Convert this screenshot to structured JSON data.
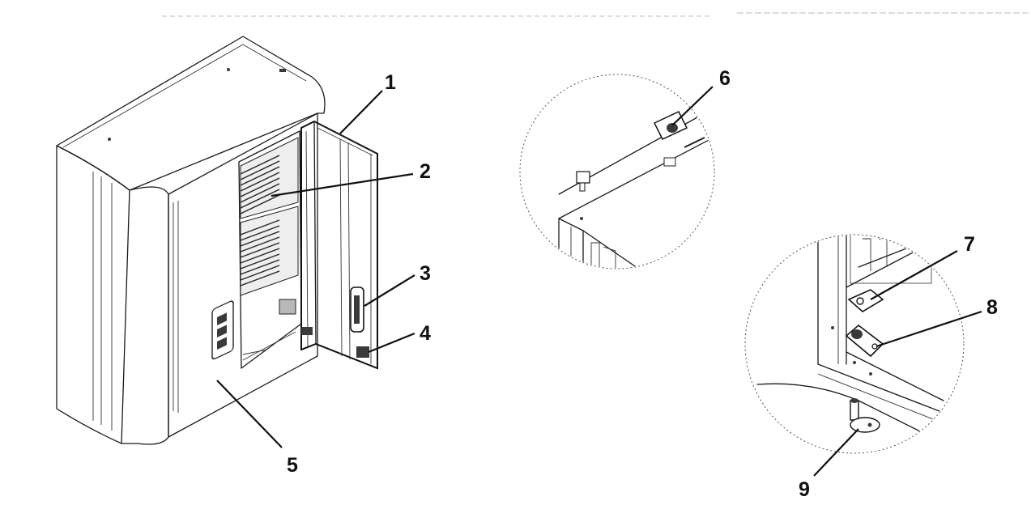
{
  "diagram": {
    "callouts": [
      {
        "id": "1",
        "label": "1"
      },
      {
        "id": "2",
        "label": "2"
      },
      {
        "id": "3",
        "label": "3"
      },
      {
        "id": "4",
        "label": "4"
      },
      {
        "id": "5",
        "label": "5"
      },
      {
        "id": "6",
        "label": "6"
      },
      {
        "id": "7",
        "label": "7"
      },
      {
        "id": "8",
        "label": "8"
      },
      {
        "id": "9",
        "label": "9"
      }
    ],
    "colors": {
      "ink": "#111111",
      "background": "#ffffff",
      "shade": "#b8b8b8"
    }
  }
}
